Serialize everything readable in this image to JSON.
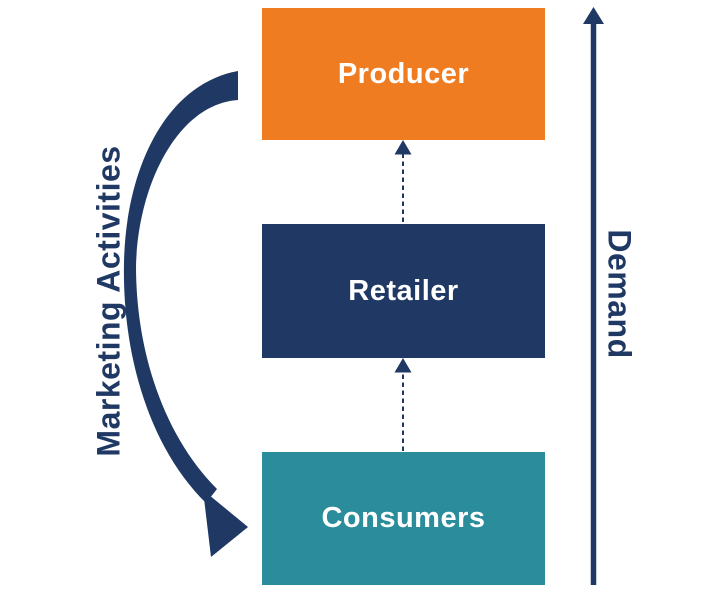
{
  "colors": {
    "producer_orange": "#F07C22",
    "navy": "#1F3864",
    "consumers_teal": "#2B8D9B",
    "box_text": "#FFFFFF",
    "background": "#FFFFFF"
  },
  "boxes": [
    {
      "id": "producer",
      "label": "Producer",
      "color": "#F07C22"
    },
    {
      "id": "retailer",
      "label": "Retailer",
      "color": "#1F3864"
    },
    {
      "id": "consumers",
      "label": "Consumers",
      "color": "#2B8D9B"
    }
  ],
  "side_labels": {
    "left": "Marketing Activities",
    "right": "Demand"
  },
  "connections": [
    {
      "from": "Consumers",
      "to": "Retailer",
      "style": "dashed-arrow",
      "direction": "up"
    },
    {
      "from": "Retailer",
      "to": "Producer",
      "style": "dashed-arrow",
      "direction": "up"
    },
    {
      "from": "Producer",
      "to": "Consumers",
      "style": "curved-solid-arrow",
      "label": "Marketing Activities"
    },
    {
      "from": "Consumers",
      "to": "Producer",
      "style": "straight-solid-arrow",
      "label": "Demand",
      "direction": "up"
    }
  ]
}
